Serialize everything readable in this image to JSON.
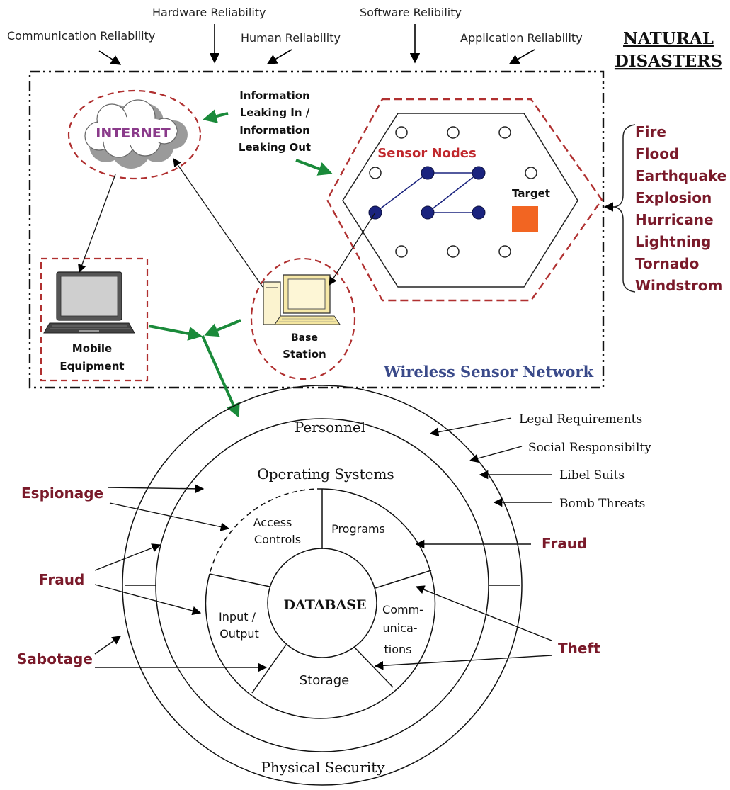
{
  "reliability": {
    "communication": "Communication Reliability",
    "hardware": "Hardware Reliability",
    "human": "Human Reliability",
    "software": "Software Relibility",
    "application": "Application Reliability"
  },
  "natural_disasters": {
    "title_line1": "NATURAL",
    "title_line2": "DISASTERS",
    "items": [
      "Fire",
      "Flood",
      "Earthquake",
      "Explosion",
      "Hurricane",
      "Lightning",
      "Tornado",
      "Windstrom"
    ]
  },
  "wsn": {
    "internet": "INTERNET",
    "info_leak": [
      "Information",
      "Leaking In /",
      "Information",
      "Leaking Out"
    ],
    "sensor_nodes": "Sensor Nodes",
    "target": "Target",
    "mobile": [
      "Mobile",
      "Equipment"
    ],
    "base": [
      "Base",
      "Station"
    ],
    "network_label": "Wireless Sensor Network"
  },
  "rings": {
    "personnel": "Personnel",
    "operating_systems": "Operating Systems",
    "physical_security": "Physical Security",
    "database": "DATABASE",
    "access_controls": [
      "Access",
      "Controls"
    ],
    "programs": "Programs",
    "input_output": [
      "Input /",
      "Output"
    ],
    "communications": [
      "Comm-",
      "unica-",
      "tions"
    ],
    "storage": "Storage"
  },
  "external": {
    "legal": "Legal Requirements",
    "social": "Social Responsibilty",
    "libel": "Libel Suits",
    "bomb": "Bomb Threats"
  },
  "threats": {
    "espionage": "Espionage",
    "fraud_left": "Fraud",
    "sabotage": "Sabotage",
    "fraud_right": "Fraud",
    "theft": "Theft"
  },
  "colors": {
    "maroon": "#7a1a2a",
    "green_arrow": "#1a8a3a",
    "dashed_red": "#b03030",
    "node_blue": "#1a237e",
    "target": "#f26522",
    "internet_text": "#8a3a8a",
    "network_label": "#3a4a8a"
  }
}
